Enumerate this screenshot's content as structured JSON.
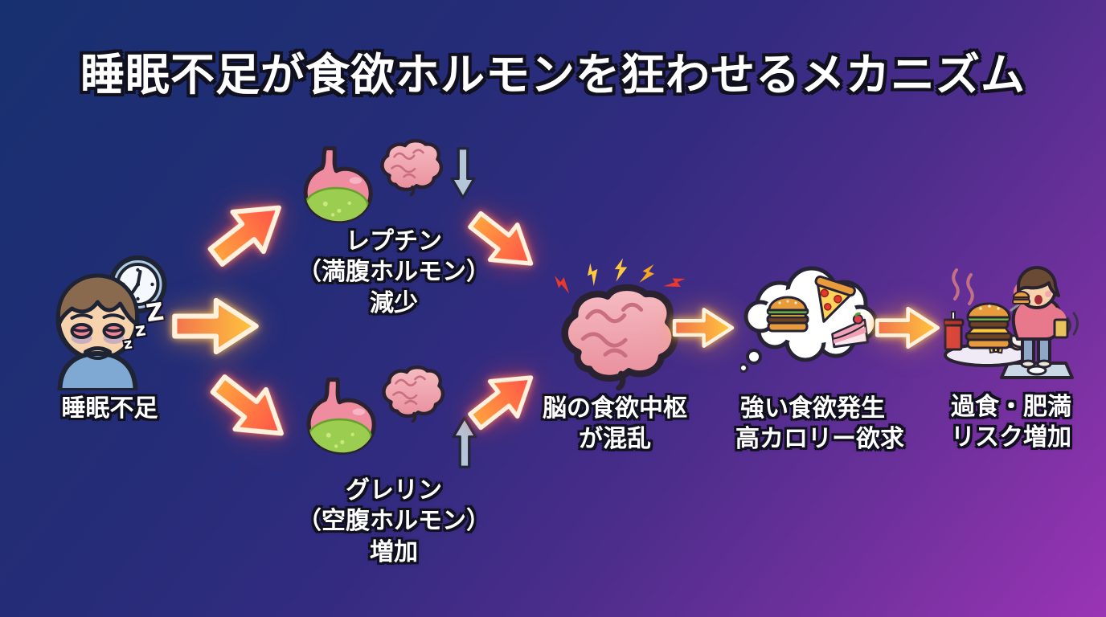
{
  "title": "睡眠不足が食欲ホルモンを狂わせるメカニズム",
  "colors": {
    "bg_top_left": "#17306F",
    "bg_bottom_right": "#9A34B5",
    "arrow_yellow_tail": "#F2744C",
    "arrow_yellow_head": "#FFC83D",
    "arrow_red_tail": "#FFA43E",
    "arrow_red_head": "#FF5148",
    "arrow_outline": "#FFF1DC",
    "hormone_arrow_fill": "#B4C6D8",
    "label_text": "#FFFFFF",
    "label_outline": "#10101E",
    "stomach_pink": "#F08CA0",
    "stomach_contents_green": "#9ACD50",
    "brain_pink": "#F2A7AF"
  },
  "nodes": {
    "sleep": {
      "label": "睡眠不足",
      "zzz": [
        "z",
        "z",
        "Z"
      ]
    },
    "leptin": {
      "lines": [
        "レプチン",
        "（満腹ホルモン）",
        "減少"
      ]
    },
    "ghrelin": {
      "lines": [
        "グレリン",
        "（空腹ホルモン）",
        "増加"
      ]
    },
    "brain_center": {
      "lines": [
        "脳の食欲中枢",
        "が混乱"
      ]
    },
    "craving": {
      "lines": [
        "強い食欲発生",
        "高カロリー欲求"
      ]
    },
    "obesity": {
      "lines": [
        "過食・肥満",
        "リスク増加"
      ]
    }
  },
  "icons": {
    "sleepy_person": "tired man with dark eye circles, clock and zzz",
    "stomach": "cartoon stomach with green contents",
    "brain": "cartoon pink brain",
    "decrease_arrow": "gray-blue arrow pointing down",
    "increase_arrow": "gray-blue arrow pointing up",
    "confused_brain": "brain with lightning bolts",
    "thought_bubble": "cloud bubble with burger, pizza and cake",
    "overeating_person": "person eating junk food on a weight scale",
    "flow_arrow": "glowing neon block arrow"
  }
}
